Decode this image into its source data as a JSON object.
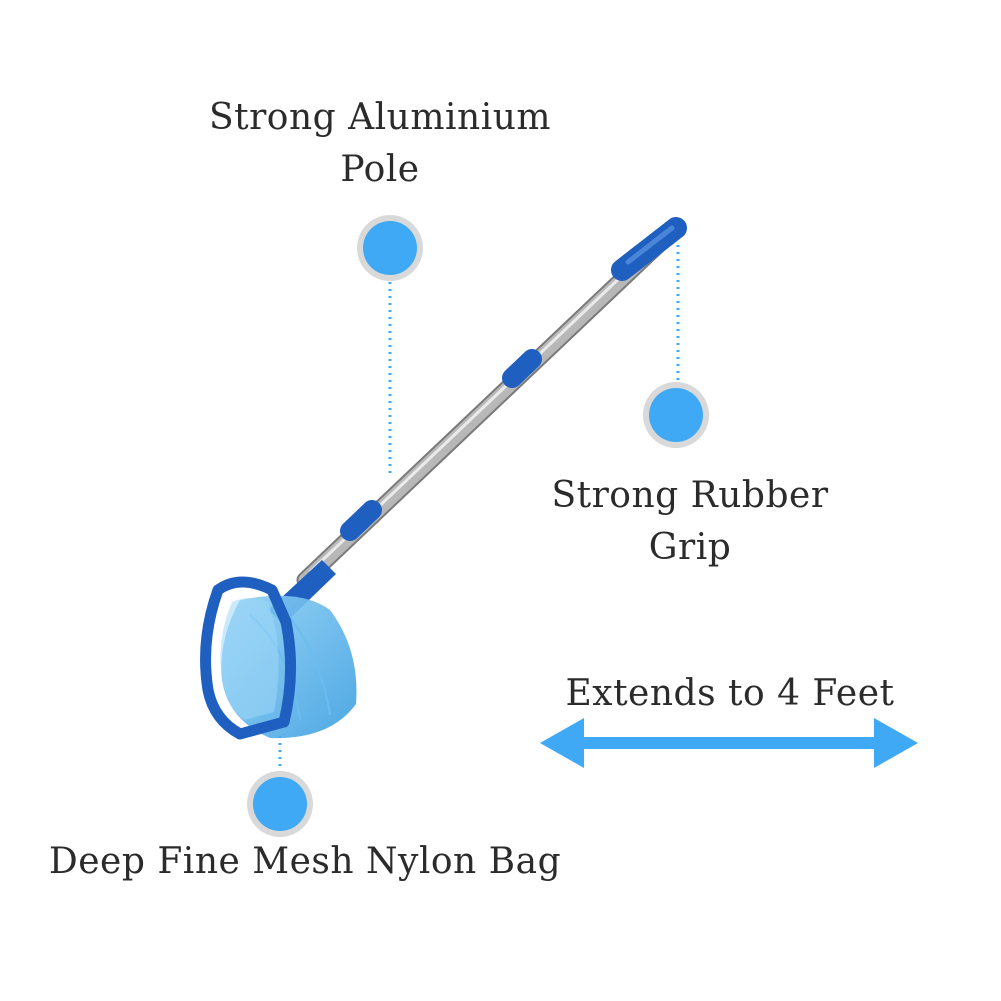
{
  "labels": {
    "pole": [
      "Strong Aluminium",
      "Pole"
    ],
    "grip": [
      "Strong Rubber",
      "Grip"
    ],
    "bag": [
      "Deep Fine Mesh Nylon Bag"
    ],
    "extends": "Extends to 4 Feet"
  },
  "colors": {
    "accent_blue": "#3fa9f5",
    "dot_ring": "#d9d9d9",
    "grip_blue": "#1f5fbf",
    "text": "#2b2b2b"
  },
  "icons": {
    "callout_dot": "blue-circle-with-gray-ring",
    "double_arrow": "double-headed-arrow"
  }
}
